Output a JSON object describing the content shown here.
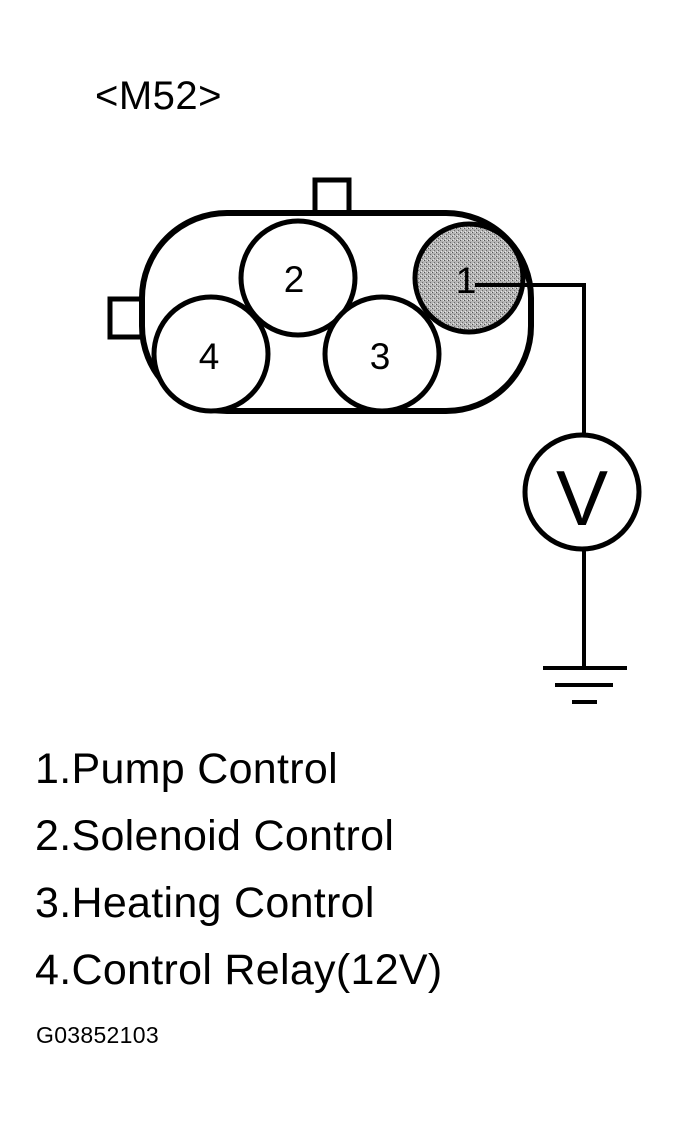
{
  "connector": {
    "title": "<M52>"
  },
  "pins": [
    {
      "number": "1",
      "highlighted": true
    },
    {
      "number": "2",
      "highlighted": false
    },
    {
      "number": "3",
      "highlighted": false
    },
    {
      "number": "4",
      "highlighted": false
    }
  ],
  "meter": {
    "symbol": "V"
  },
  "ground": {
    "icon": "ground-icon"
  },
  "legend": [
    "1.Pump Control",
    "2.Solenoid Control",
    "3.Heating Control",
    "4.Control Relay(12V)"
  ],
  "figure_id": "G03852103",
  "colors": {
    "line": "#000000",
    "background": "#ffffff",
    "highlight_fill": "#a9a9a9"
  }
}
